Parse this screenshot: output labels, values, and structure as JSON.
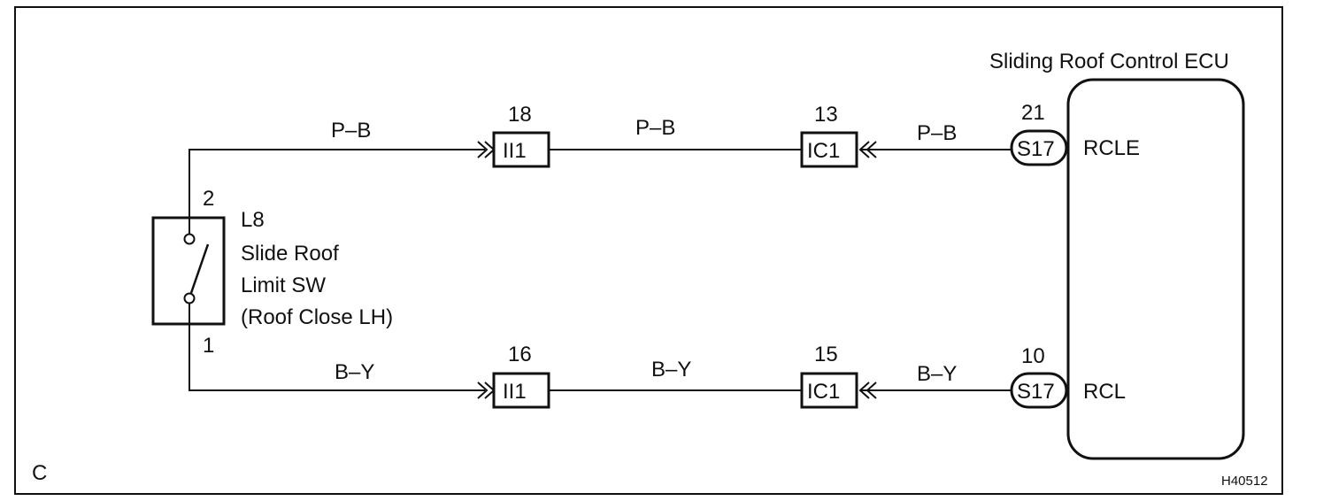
{
  "frame_label": "C",
  "figure_code": "H40512",
  "ecu": {
    "title": "Sliding Roof Control ECU",
    "terminals": [
      {
        "signal": "RCLE",
        "connector": "S17",
        "pin": "21"
      },
      {
        "signal": "RCL",
        "connector": "S17",
        "pin": "10"
      }
    ]
  },
  "switch": {
    "code": "L8",
    "name_line1": "Slide Roof",
    "name_line2": "Limit SW",
    "name_line3": "(Roof Close LH)",
    "pin_top": "2",
    "pin_bottom": "1"
  },
  "wires": {
    "top": {
      "color_segments": [
        "P–B",
        "P–B",
        "P–B"
      ],
      "junction_left": {
        "connector": "II1",
        "pin": "18"
      },
      "junction_right": {
        "connector": "IC1",
        "pin": "13"
      }
    },
    "bottom": {
      "color_segments": [
        "B–Y",
        "B–Y",
        "B–Y"
      ],
      "junction_left": {
        "connector": "II1",
        "pin": "16"
      },
      "junction_right": {
        "connector": "IC1",
        "pin": "15"
      }
    }
  }
}
